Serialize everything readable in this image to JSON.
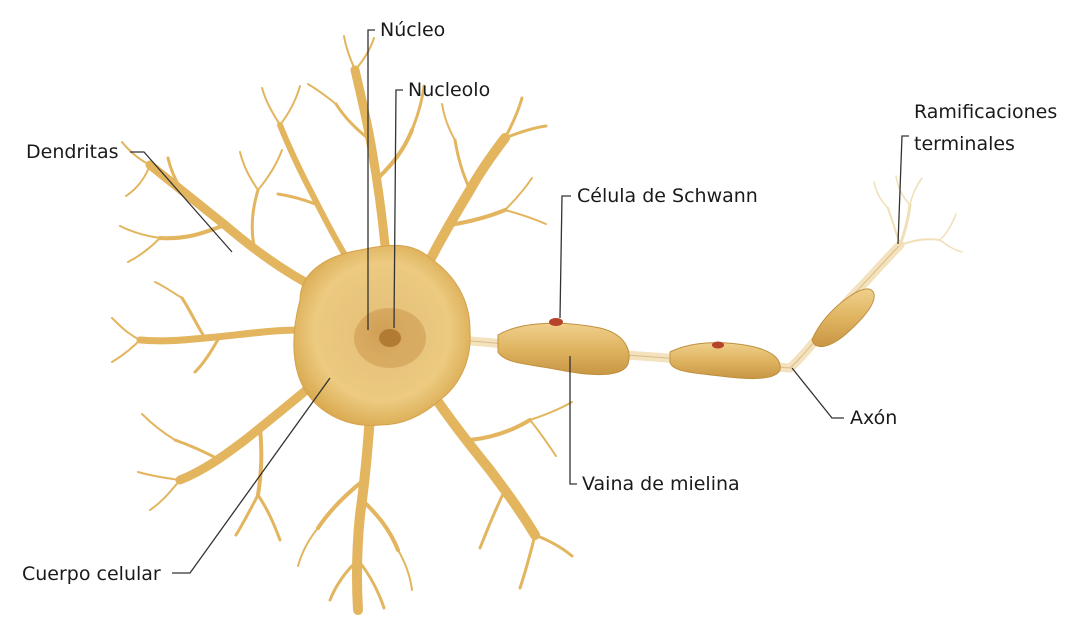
{
  "labels": {
    "nucleo": "Núcleo",
    "nucleolo": "Nucleolo",
    "dendritas": "Dendritas",
    "celula_schwann": "Célula de Schwann",
    "ramificaciones_line1": "Ramificaciones",
    "ramificaciones_line2": "terminales",
    "axon": "Axón",
    "vaina_mielina": "Vaina de mielina",
    "cuerpo_celular": "Cuerpo celular"
  },
  "colors": {
    "background": "#ffffff",
    "soma": "#e8c77a",
    "soma_dark": "#cf9a3c",
    "dendrite": "#e2b55e",
    "myelin": "#dcb56a",
    "axon": "#f3e2bd",
    "schwann_nucleus": "#b5442a",
    "leader_line": "#333333",
    "text": "#1a1a1a"
  }
}
